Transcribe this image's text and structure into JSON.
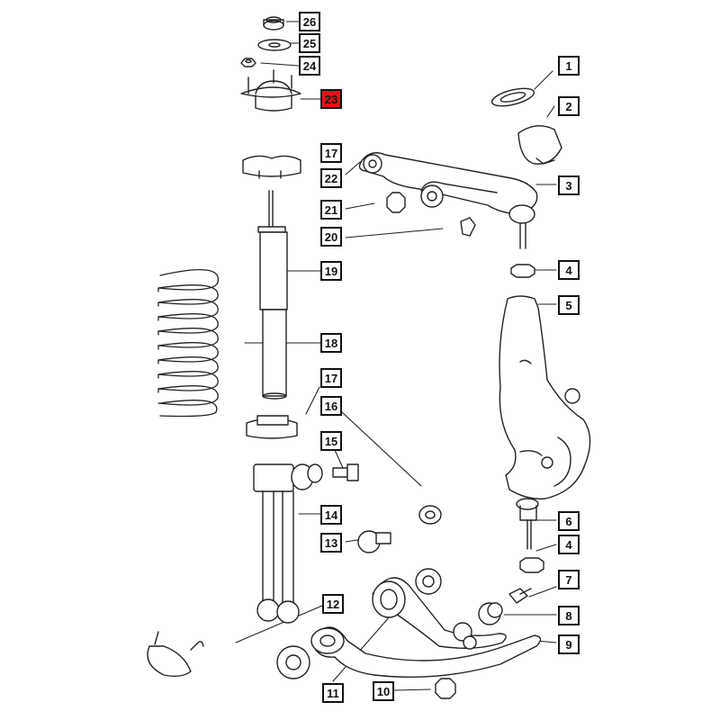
{
  "diagram": {
    "highlight_color": "#e8101a",
    "highlighted_callout": "23",
    "callouts": {
      "c1": "1",
      "c2": "2",
      "c3": "3",
      "c4a": "4",
      "c5": "5",
      "c6": "6",
      "c4b": "4",
      "c7": "7",
      "c8": "8",
      "c9": "9",
      "c10": "10",
      "c11": "11",
      "c12": "12",
      "c13": "13",
      "c14": "14",
      "c15": "15",
      "c16": "16",
      "c17a": "17",
      "c17b": "17",
      "c18": "18",
      "c19": "19",
      "c20": "20",
      "c21": "21",
      "c22": "22",
      "c23": "23",
      "c24": "24",
      "c25": "25",
      "c26": "26"
    }
  }
}
